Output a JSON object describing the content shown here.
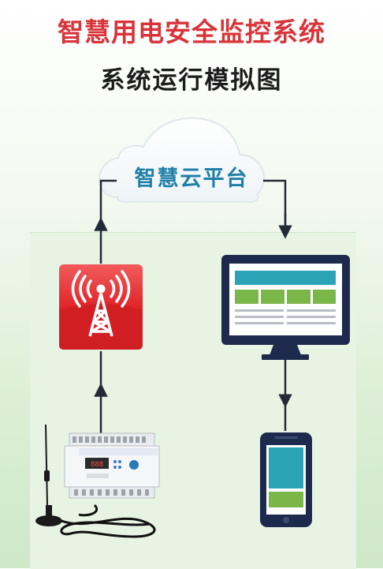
{
  "header": {
    "title": "智慧用电安全监控系统",
    "subtitle": "系统运行模拟图"
  },
  "cloud": {
    "label": "智慧云平台"
  },
  "colors": {
    "title_red": "#d8343a",
    "cloud_blue": "#1f7fa8",
    "tower_red": "#e0262b",
    "device_navy": "#1e2a4d",
    "screen_teal": "#29a3b5",
    "screen_green": "#7ab648",
    "arrow": "#222a35"
  },
  "icons": [
    "cloud-icon",
    "signal-tower-icon",
    "monitor-icon",
    "smartphone-icon",
    "monitoring-device-icon",
    "antenna-icon"
  ]
}
